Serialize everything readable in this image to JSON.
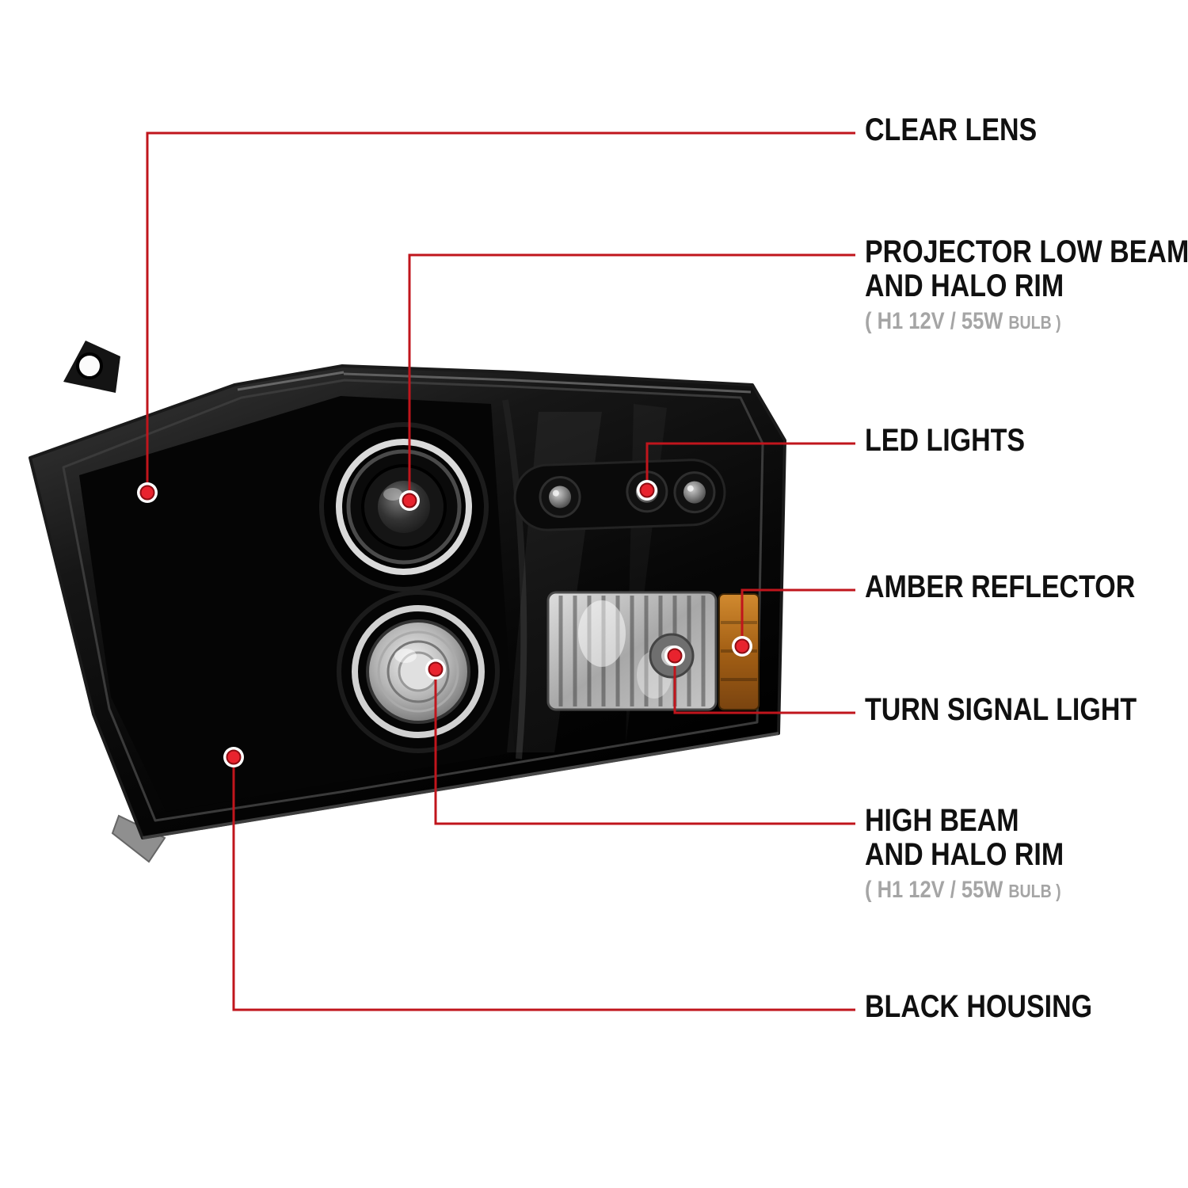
{
  "diagram": {
    "line_color": "#c0151c",
    "dot_color": "#e8232e",
    "dot_ring_color": "#ffffff",
    "housing_color": "#0a0a0a",
    "halo_color": "#e6e6e6",
    "amber_color": "#b06a1c",
    "title_text_color": "#101010",
    "spec_text_color": "#a5a5a5",
    "background_color": "#ffffff"
  },
  "labels": {
    "clear_lens": {
      "title": "CLEAR LENS"
    },
    "projector_low_beam": {
      "title": "PROJECTOR LOW BEAM",
      "title2": "AND HALO RIM",
      "spec_main": "( H1  12V / 55W ",
      "spec_bulb": "BULB )"
    },
    "led_lights": {
      "title": "LED LIGHTS"
    },
    "amber_reflector": {
      "title": "AMBER REFLECTOR"
    },
    "turn_signal": {
      "title": "TURN SIGNAL LIGHT"
    },
    "high_beam": {
      "title": "HIGH BEAM",
      "title2": "AND HALO RIM",
      "spec_main": "( H1  12V / 55W ",
      "spec_bulb": "BULB )"
    },
    "black_housing": {
      "title": "BLACK HOUSING"
    }
  }
}
